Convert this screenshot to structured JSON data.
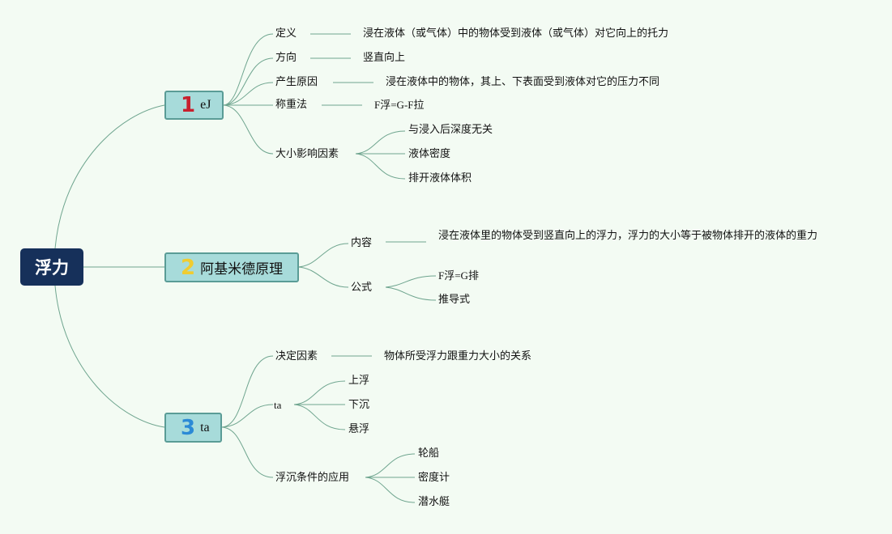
{
  "root": {
    "label": "浮力"
  },
  "branches": [
    {
      "badge": "1",
      "label": "eJ",
      "children": [
        {
          "label": "定义",
          "detail": "浸在液体（或气体）中的物体受到液体（或气体）对它向上的托力"
        },
        {
          "label": "方向",
          "detail": "竖直向上"
        },
        {
          "label": "产生原因",
          "detail": "浸在液体中的物体，其上、下表面受到液体对它的压力不同"
        },
        {
          "label": "称重法",
          "detail": "F浮=G-F拉"
        },
        {
          "label": "大小影响因素",
          "items": [
            "与浸入后深度无关",
            "液体密度",
            "排开液体体积"
          ]
        }
      ]
    },
    {
      "badge": "2",
      "label": "阿基米德原理",
      "children": [
        {
          "label": "内容",
          "detail": "浸在液体里的物体受到竖直向上的浮力，浮力的大小等于被物体排开的液体的重力"
        },
        {
          "label": "公式",
          "items": [
            "F浮=G排",
            "推导式"
          ]
        }
      ]
    },
    {
      "badge": "3",
      "label": "ta",
      "children": [
        {
          "label": "决定因素",
          "detail": "物体所受浮力跟重力大小的关系"
        },
        {
          "label": "ta",
          "items": [
            "上浮",
            "下沉",
            "悬浮"
          ]
        },
        {
          "label": "浮沉条件的应用",
          "items": [
            "轮船",
            "密度计",
            "潜水艇"
          ]
        }
      ]
    }
  ]
}
